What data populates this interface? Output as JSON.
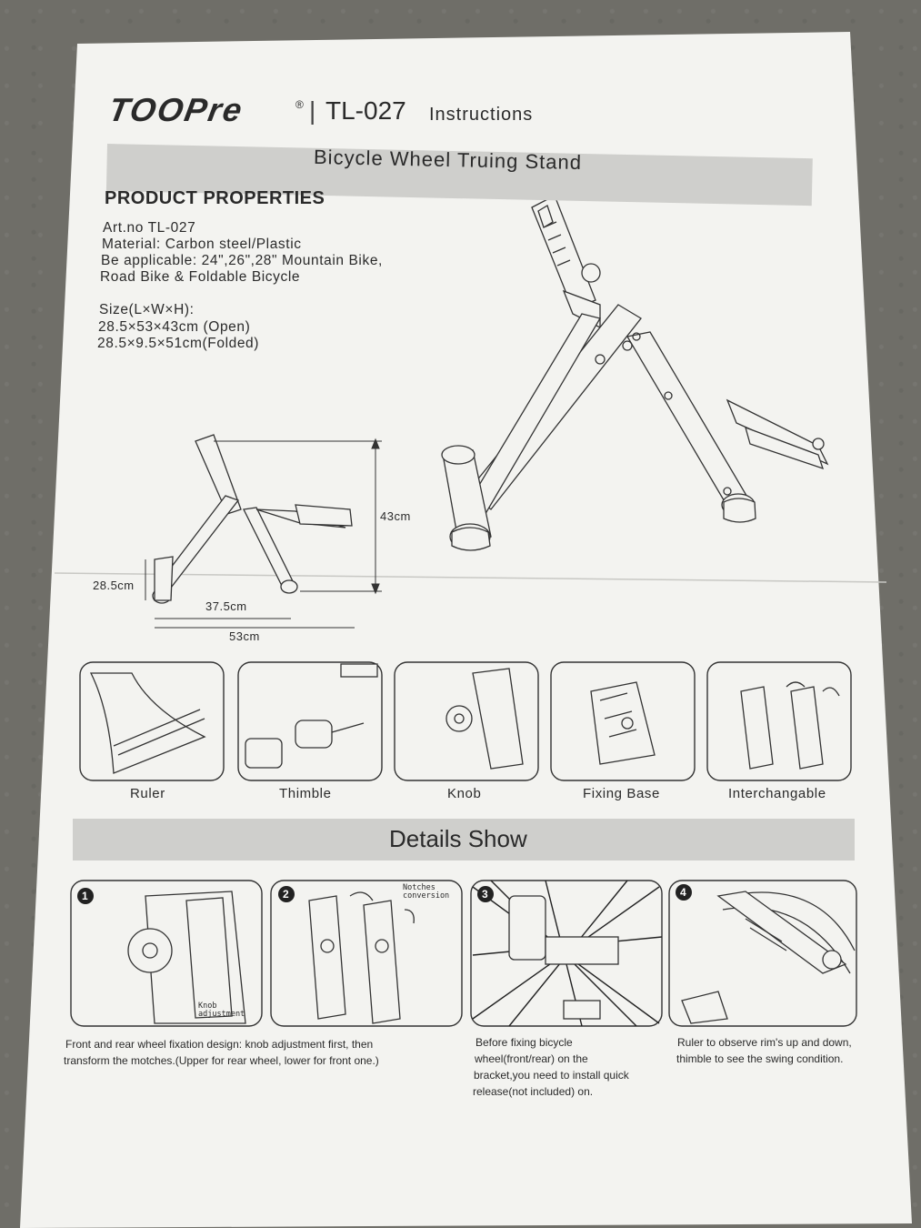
{
  "header": {
    "brand": "TOOPre",
    "registered": "®",
    "separator": "|",
    "model": "TL-027",
    "doc_type": "Instructions"
  },
  "title_band": "Bicycle Wheel Truing Stand",
  "properties": {
    "heading": "PRODUCT PROPERTIES",
    "art_no": "Art.no TL-027",
    "material": "Material: Carbon steel/Plastic",
    "applicable_1": "Be applicable: 24\",26\",28\" Mountain Bike,",
    "applicable_2": "Road Bike & Foldable Bicycle",
    "size_label": "Size(L×W×H):",
    "size_open": "28.5×53×43cm (Open)",
    "size_folded": "28.5×9.5×51cm(Folded)"
  },
  "dimensions": {
    "height": "43cm",
    "depth": "28.5cm",
    "inner_width": "37.5cm",
    "width": "53cm"
  },
  "parts": [
    {
      "label": "Ruler"
    },
    {
      "label": "Thimble"
    },
    {
      "label": "Knob"
    },
    {
      "label": "Fixing Base"
    },
    {
      "label": "Interchangable"
    }
  ],
  "details_band": "Details Show",
  "steps": [
    {
      "num": "1",
      "caption": "Knob adjustment"
    },
    {
      "num": "2",
      "caption": "Notches conversion"
    },
    {
      "num": "3",
      "caption": ""
    },
    {
      "num": "4",
      "caption": ""
    }
  ],
  "notes": {
    "note1_line1": "Front and rear wheel fixation design: knob adjustment first, then",
    "note1_line2": "transform the motches.(Upper for rear wheel, lower for front one.)",
    "note2_line1": "Before fixing bicycle",
    "note2_line2": "wheel(front/rear) on the",
    "note2_line3": "bracket,you need to install quick",
    "note2_line4": "release(not included) on.",
    "note3_line1": "Ruler to observe rim's up and down,",
    "note3_line2": "thimble to see the swing condition."
  },
  "colors": {
    "paper": "#f3f3f0",
    "band": "#cfcfcc",
    "ink": "#2a2a2a",
    "floor": "#6f6e68"
  }
}
